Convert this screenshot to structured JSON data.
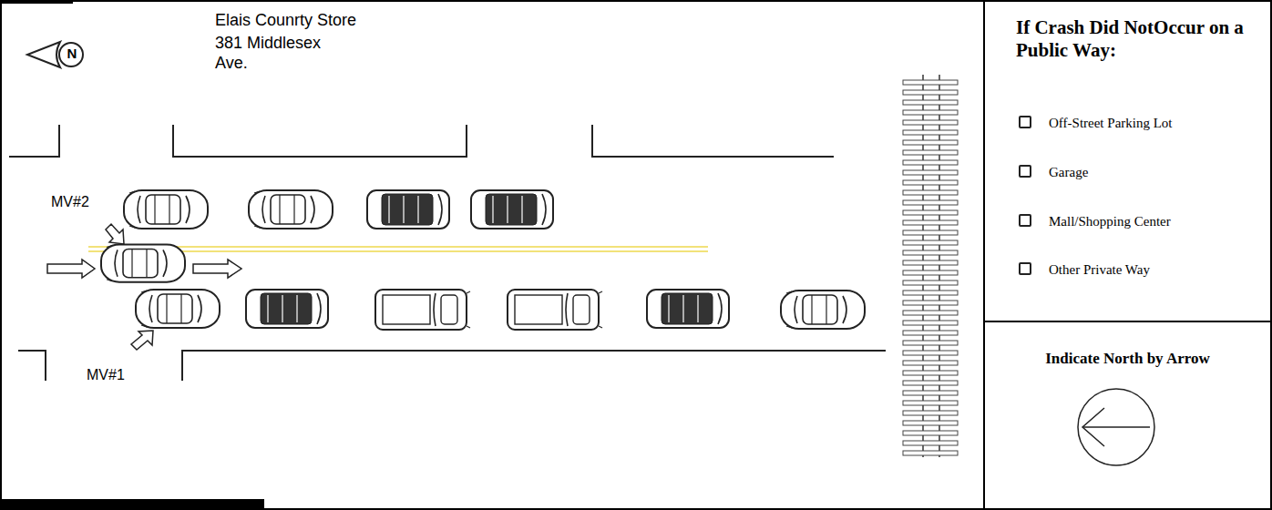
{
  "diagram": {
    "nodes": [
      {
        "text": [
          "If Crash Did NotOccur on a Public Way:",
          "Off-Street Parking Lot",
          "Garage",
          "Mall/Shopping Center",
          "Other Private Way"
        ]
      },
      {
        "text": [
          "Indicate North by Arrow"
        ]
      }
    ],
    "labels": [
      "N",
      "Elais Counrty Store",
      "381 Middlesex Ave.",
      "MV#2",
      "MV#1"
    ]
  }
}
